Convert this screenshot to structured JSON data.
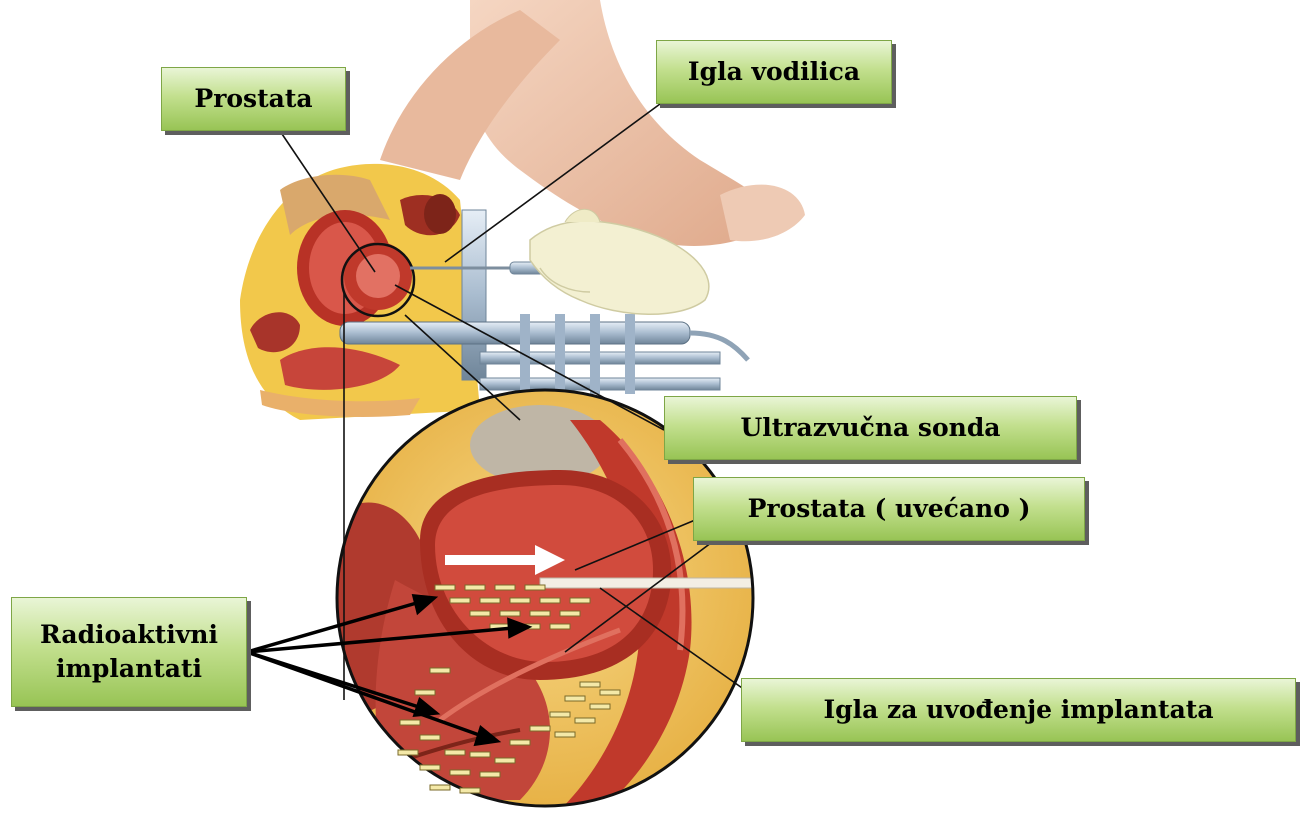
{
  "labels": {
    "prostata": "Prostata",
    "igla_vodilica": "Igla vodilica",
    "ultrazvucna_sonda": "Ultrazvučna sonda",
    "prostata_uvecano": "Prostata ( uvećano )",
    "radioaktivni_line1": "Radioaktivni",
    "radioaktivni_line2": "implantati",
    "igla_za_uvodenje": "Igla za uvođenje implantata"
  },
  "colors": {
    "label_fill_top": "#e9f5d6",
    "label_fill_bottom": "#98c455",
    "skin": "#f0c7ad",
    "tissue_red": "#c0392b",
    "fat_yellow": "#f2c84b",
    "glove": "#f3f0d2",
    "instrument": "#9fb3c8",
    "implant_seed": "#f4e9a8"
  }
}
